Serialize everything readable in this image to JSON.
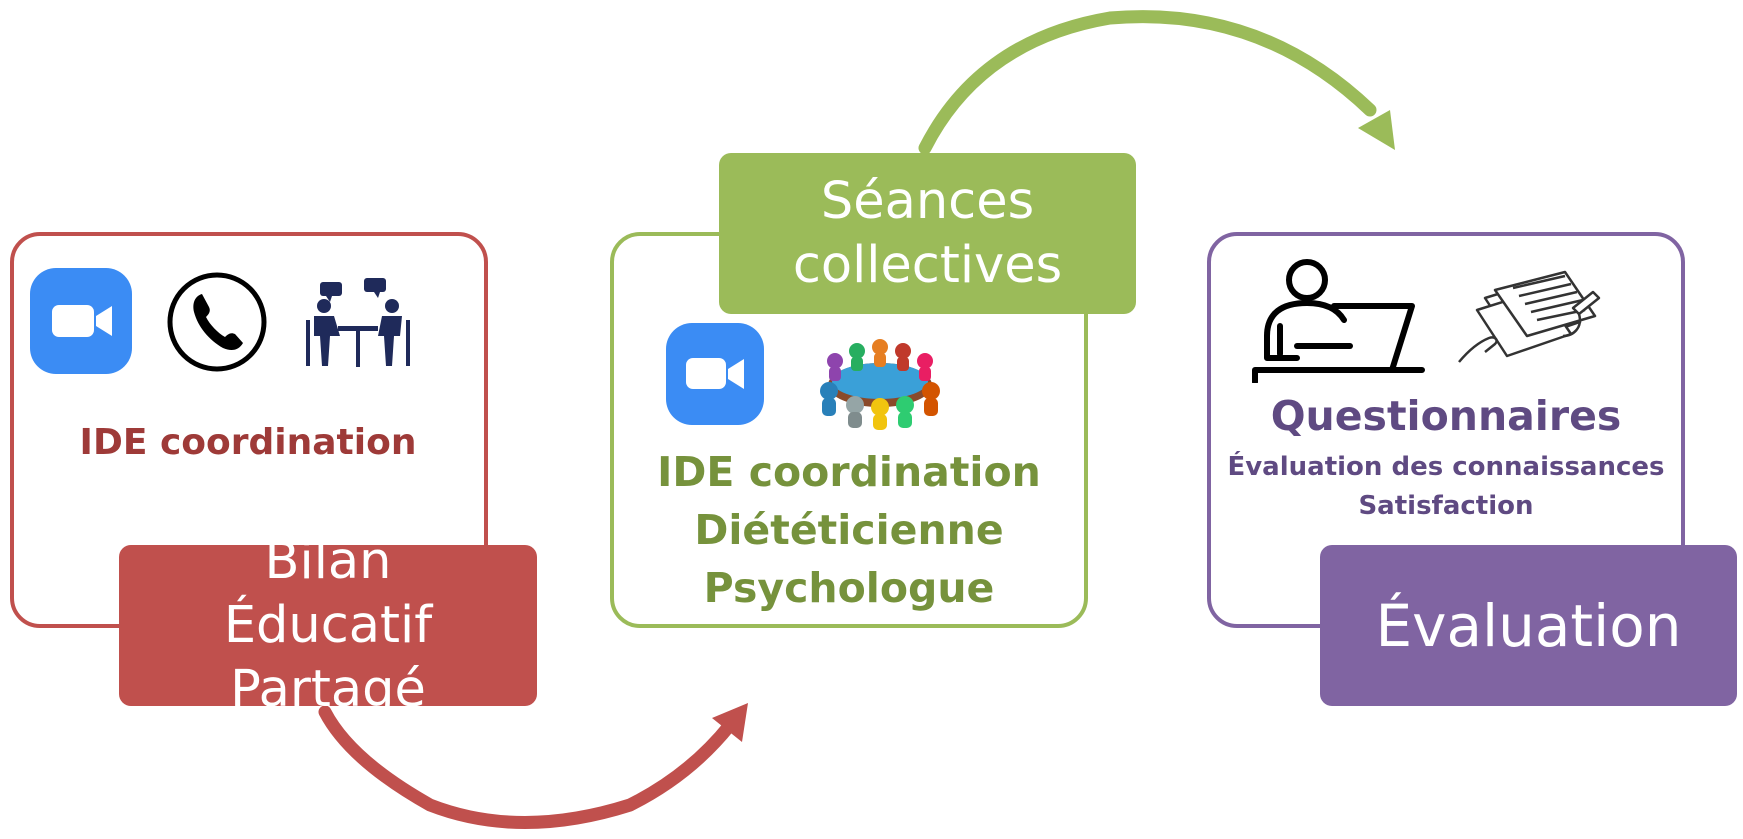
{
  "colors": {
    "red": "#c0504d",
    "red_text": "#9e3a38",
    "green": "#9bbb59",
    "green_text": "#76923c",
    "purple": "#8064a2",
    "purple_text": "#5f4a82",
    "zoom_blue": "#3b8cf4"
  },
  "step1": {
    "tag": "Bilan Éducatif Partagé",
    "role": "IDE coordination",
    "icons": [
      "video-camera-icon",
      "phone-icon",
      "meeting-icon"
    ]
  },
  "step2": {
    "tag": "Séances collectives",
    "roles": [
      "IDE coordination",
      "Diététicienne",
      "Psychologue"
    ],
    "icons": [
      "video-camera-icon",
      "round-table-icon"
    ]
  },
  "step3": {
    "tag": "Évaluation",
    "title": "Questionnaires",
    "lines": [
      "Évaluation des connaissances",
      "Satisfaction"
    ],
    "icons": [
      "person-laptop-icon",
      "questionnaire-icon"
    ]
  }
}
